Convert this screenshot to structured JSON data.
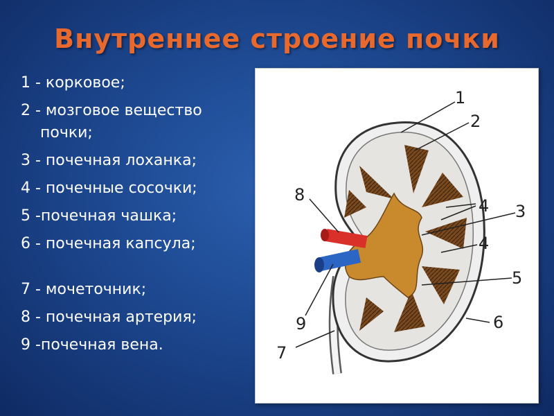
{
  "title": "Внутреннее строение почки",
  "legend": [
    "1 - корковое;",
    "2 - мозговое вещество почки;",
    "3 - почечная лоханка;",
    "4 - почечные сосочки;",
    "5 -почечная чашка;",
    "6 - почечная капсула;",
    "7 - мочеточник;",
    "8 - почечная артерия;",
    "9 -почечная вена."
  ],
  "figure": {
    "labels": [
      "1",
      "2",
      "8",
      "4",
      "3",
      "4",
      "5",
      "9",
      "6",
      "7"
    ]
  },
  "colors": {
    "title": "#e8692e",
    "background": "#1d4890",
    "artery": "#d9302a",
    "vein": "#2c66c4",
    "pelvis": "#c98a2e",
    "medulla": "#7a4a1e"
  }
}
